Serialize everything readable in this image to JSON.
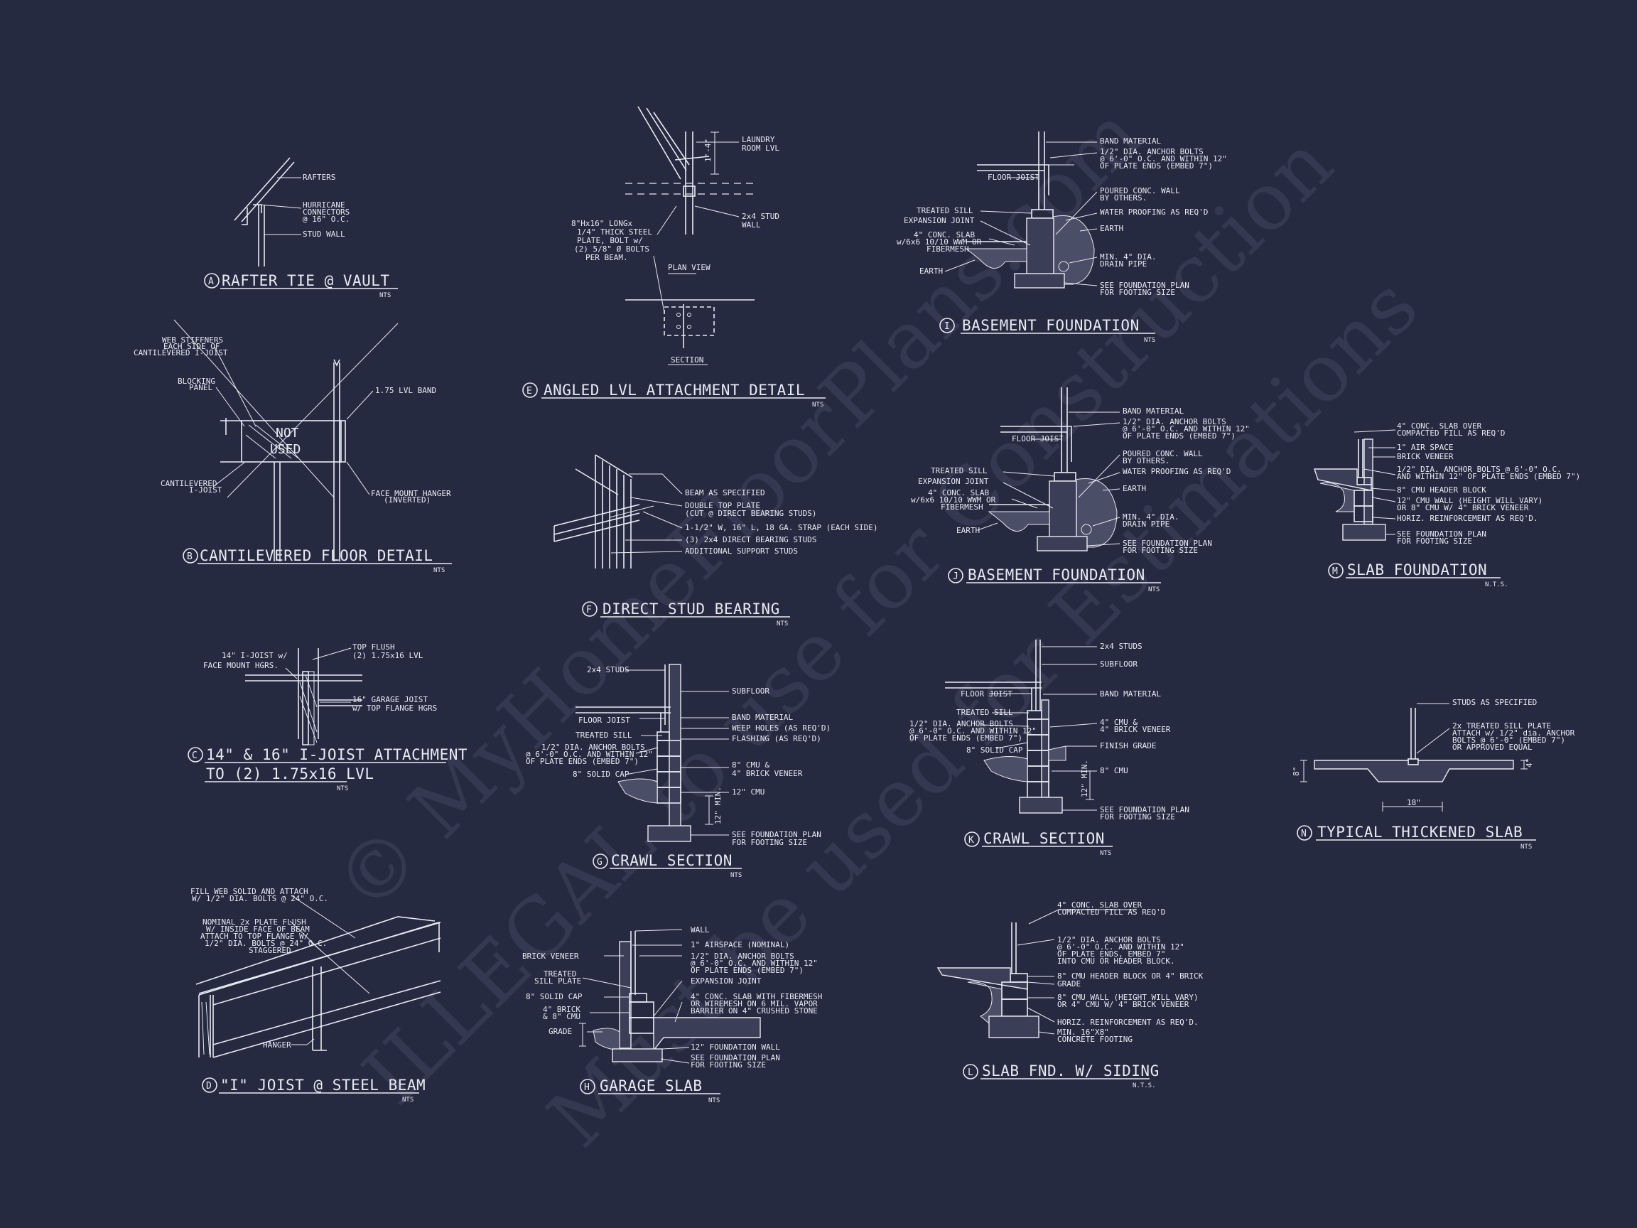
{
  "watermark": {
    "line1": "© MyHomeFloorPlans.com",
    "line2": "ILLEGAL to use for Construction",
    "line3": "Must be used for Estimations"
  },
  "details": {
    "A": {
      "tag": "A",
      "title": "RAFTER TIE @ VAULT",
      "nts": "NTS",
      "notes": [
        "RAFTERS",
        "HURRICANE",
        "CONNECTORS",
        "@ 16\" O.C.",
        "STUD WALL"
      ]
    },
    "B": {
      "tag": "B",
      "title": "CANTILEVERED FLOOR DETAIL",
      "nts": "NTS",
      "notes": [
        "WEB STIFFNERS",
        "EACH SIDE OF",
        "CANTILEVERED I-JOIST",
        "BLOCKING",
        "PANEL",
        "1.75 LVL BAND",
        "CANTILEVERED",
        "I-JOIST",
        "FACE MOUNT HANGER",
        "(INVERTED)",
        "NOT",
        "USED"
      ]
    },
    "C": {
      "tag": "C",
      "title": "14\" & 16\" I-JOIST ATTACHMENT",
      "title2": "TO (2) 1.75x16 LVL",
      "nts": "NTS",
      "notes": [
        "14\" I-JOIST w/",
        "FACE MOUNT HGRS.",
        "TOP FLUSH",
        "(2) 1.75x16 LVL",
        "16\" GARAGE JOIST",
        "w/ TOP FLANGE HGRS"
      ]
    },
    "D": {
      "tag": "D",
      "title": "\"I\" JOIST @ STEEL BEAM",
      "nts": "NTS",
      "notes": [
        "FILL WEB SOLID AND ATTACH",
        "W/ 1/2\" DIA. BOLTS @ 24\" O.C.",
        "NOMINAL 2x PLATE FLUSH",
        "W/ INSIDE FACE OF BEAM",
        "ATTACH TO TOP FLANGE W/",
        "1/2\" DIA. BOLTS @ 24\" O.C.",
        "STAGGERED",
        "HANGER"
      ]
    },
    "E": {
      "tag": "E",
      "title": "ANGLED LVL ATTACHMENT DETAIL",
      "nts": "NTS",
      "notes": [
        "LAUNDRY",
        "ROOM LVL",
        "1'-4\"",
        "2x4 STUD",
        "WALL",
        "8\"Hx16\" LONGx",
        "1/4\" THICK STEEL",
        "PLATE, BOLT w/",
        "(2) 5/8\" Ø BOLTS",
        "PER BEAM.",
        "PLAN VIEW",
        "SECTION"
      ]
    },
    "F": {
      "tag": "F",
      "title": "DIRECT STUD BEARING",
      "nts": "NTS",
      "notes": [
        "BEAM AS SPECIFIED",
        "DOUBLE TOP PLATE",
        "(CUT @ DIRECT BEARING STUDS)",
        "1-1/2\" W, 16\" L, 18 GA. STRAP (EACH SIDE)",
        "(3) 2x4 DIRECT BEARING STUDS",
        "ADDITIONAL SUPPORT STUDS"
      ]
    },
    "G": {
      "tag": "G",
      "title": "CRAWL SECTION",
      "nts": "NTS",
      "notes": [
        "2x4 STUDS",
        "SUBFLOOR",
        "FLOOR JOIST",
        "BAND MATERIAL",
        "TREATED SILL",
        "WEEP HOLES (AS REQ'D)",
        "1/2\" DIA. ANCHOR BOLTS",
        "@ 6'-0\" O.C. AND WITHIN 12\"",
        "OF PLATE ENDS (EMBED 7\")",
        "FLASHING (AS REQ'D)",
        "8\" SOLID CAP",
        "8\" CMU &",
        "4\" BRICK VENEER",
        "12\" CMU",
        "12\" MIN.",
        "SEE FOUNDATION PLAN",
        "FOR FOOTING SIZE"
      ]
    },
    "H": {
      "tag": "H",
      "title": "GARAGE SLAB",
      "nts": "NTS",
      "notes": [
        "WALL",
        "1\" AIRSPACE (NOMINAL)",
        "BRICK VENEER",
        "1/2\" DIA. ANCHOR BOLTS",
        "@ 6'-0\" O.C. AND WITHIN 12\"",
        "OF PLATE ENDS (EMBED 7\")",
        "TREATED",
        "SILL PLATE",
        "EXPANSION JOINT",
        "8\" SOLID CAP",
        "4\" CONC. SLAB WITH FIBERMESH",
        "OR WIREMESH ON 6 MIL. VAPOR",
        "BARRIER ON 4\" CRUSHED STONE",
        "4\" BRICK",
        "& 8\" CMU",
        "GRADE",
        "12\" FOUNDATION WALL",
        "SEE FOUNDATION PLAN",
        "FOR FOOTING SIZE"
      ]
    },
    "I": {
      "tag": "I",
      "title": "BASEMENT FOUNDATION",
      "nts": "NTS",
      "notes": [
        "BAND MATERIAL",
        "1/2\" DIA. ANCHOR BOLTS",
        "@ 6'-0\" O.C. AND WITHIN 12\"",
        "OF PLATE ENDS (EMBED 7\")",
        "FLOOR JOIST",
        "POURED CONC. WALL",
        "BY OTHERS.",
        "TREATED SILL",
        "WATER PROOFING AS REQ'D",
        "EXPANSION JOINT",
        "EARTH",
        "4\" CONC. SLAB",
        "w/6x6 10/10 WWM OR",
        "FIBERMESH",
        "MIN. 4\" DIA.",
        "DRAIN PIPE",
        "EARTH",
        "SEE FOUNDATION PLAN",
        "FOR FOOTING SIZE"
      ]
    },
    "J": {
      "tag": "J",
      "title": "BASEMENT FOUNDATION",
      "nts": "NTS",
      "notes": [
        "BAND MATERIAL",
        "1/2\" DIA. ANCHOR BOLTS",
        "@ 6'-0\" O.C. AND WITHIN 12\"",
        "OF PLATE ENDS (EMBED 7\")",
        "FLOOR JOIST",
        "POURED CONC. WALL",
        "BY OTHERS.",
        "TREATED SILL",
        "WATER PROOFING AS REQ'D",
        "EXPANSION JOINT",
        "EARTH",
        "4\" CONC. SLAB",
        "w/6x6 10/10 WWM OR",
        "FIBERMESH",
        "MIN. 4\" DIA.",
        "DRAIN PIPE",
        "EARTH",
        "SEE FOUNDATION PLAN",
        "FOR FOOTING SIZE"
      ]
    },
    "K": {
      "tag": "K",
      "title": "CRAWL SECTION",
      "nts": "NTS",
      "notes": [
        "2x4 STUDS",
        "SUBFLOOR",
        "FLOOR JOIST",
        "BAND MATERIAL",
        "TREATED SILL",
        "1/2\" DIA. ANCHOR BOLTS",
        "@ 6'-0\" O.C. AND WITHIN 12\"",
        "OF PLATE ENDS (EMBED 7\")",
        "4\" CMU &",
        "4\" BRICK VENEER",
        "8\" SOLID CAP",
        "FINISH GRADE",
        "8\" CMU",
        "12\" MIN.",
        "SEE FOUNDATION PLAN",
        "FOR FOOTING SIZE"
      ]
    },
    "L": {
      "tag": "L",
      "title": "SLAB FND. W/ SIDING",
      "nts": "N.T.S.",
      "notes": [
        "4\" CONC. SLAB OVER",
        "COMPACTED FILL AS REQ'D",
        "1/2\" DIA. ANCHOR BOLTS",
        "@ 6'-0\" O.C. AND WITHIN 12\"",
        "OF PLATE ENDS, EMBED 7\"",
        "INTO CMU OR HEADER BLOCK.",
        "8\" CMU HEADER BLOCK OR 4\" BRICK",
        "GRADE",
        "8\" CMU WALL (HEIGHT WILL VARY)",
        "OR 4\" CMU W/ 4\" BRICK VENEER",
        "HORIZ. REINFORCEMENT AS REQ'D.",
        "MIN. 16\"X8\"",
        "CONCRETE FOOTING"
      ]
    },
    "M": {
      "tag": "M",
      "title": "SLAB FOUNDATION",
      "nts": "N.T.S.",
      "notes": [
        "4\" CONC. SLAB OVER",
        "COMPACTED FILL AS REQ'D",
        "1\" AIR SPACE",
        "BRICK VENEER",
        "1/2\" DIA. ANCHOR BOLTS @ 6'-0\" O.C.",
        "AND WITHIN 12\" OF PLATE ENDS (EMBED 7\")",
        "8\" CMU HEADER BLOCK",
        "12\" CMU WALL (HEIGHT WILL VARY)",
        "OR 8\" CMU W/ 4\" BRICK VENEER",
        "HORIZ. REINFORCEMENT AS REQ'D.",
        "SEE FOUNDATION PLAN",
        "FOR FOOTING SIZE"
      ]
    },
    "N": {
      "tag": "N",
      "title": "TYPICAL THICKENED SLAB",
      "nts": "NTS",
      "notes": [
        "STUDS AS SPECIFIED",
        "2x TREATED SILL PLATE",
        "ATTACH w/ 1/2\" dia. ANCHOR",
        "BOLTS @ 6'-0\" (EMBED 7\")",
        "OR APPROVED EQUAL",
        "8\"",
        "4\"",
        "18\""
      ]
    }
  }
}
